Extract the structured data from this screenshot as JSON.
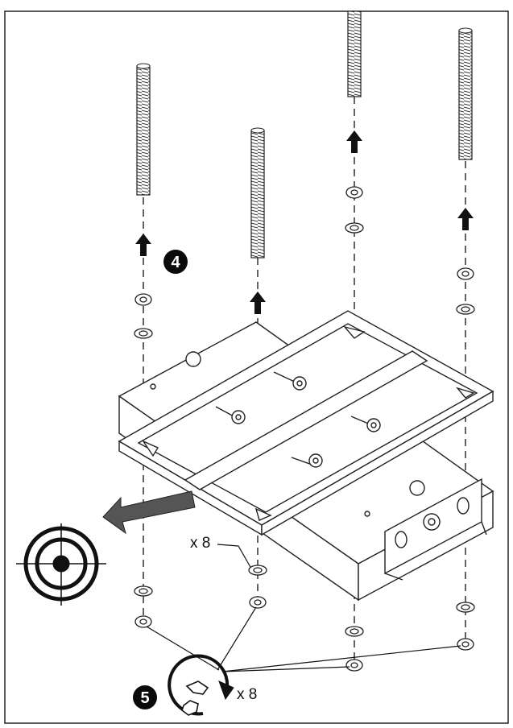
{
  "steps": {
    "step4": {
      "number": "4"
    },
    "step5": {
      "number": "5"
    }
  },
  "callouts": {
    "washer_count": "x 8",
    "nut_count": "x 8"
  },
  "icons": {
    "target": "target-icon",
    "wrench": "wrench-icon",
    "arrow_up": "arrow-up-icon",
    "arrow_out": "arrow-left-icon"
  },
  "colors": {
    "ink": "#111111",
    "badge": "#0a0a0a",
    "arrow_gray": "#555555"
  }
}
